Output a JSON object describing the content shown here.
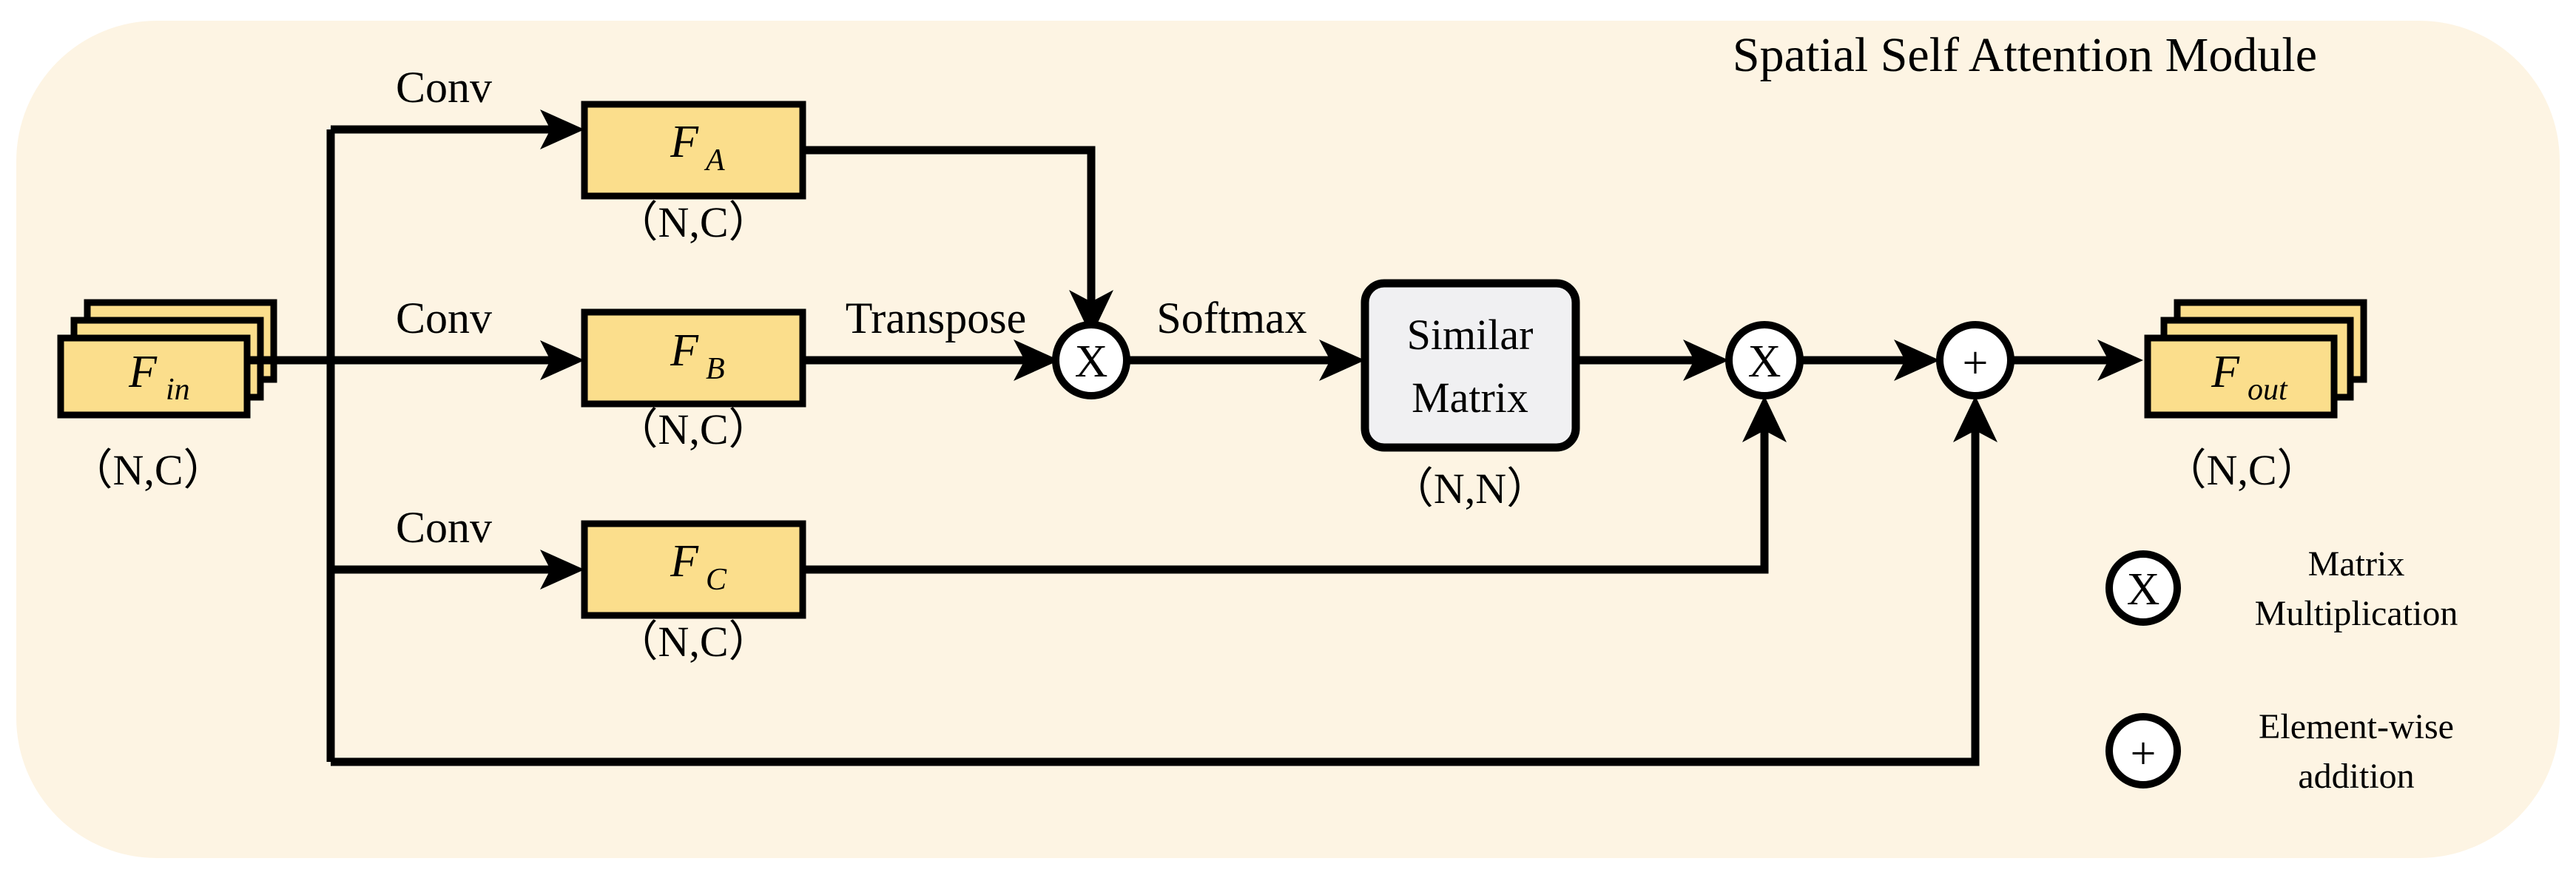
{
  "diagram": {
    "title": "Spatial Self Attention Module",
    "background_color": "#FDF4E3",
    "box_fill_color": "#FBDE8C",
    "matrix_fill_color": "#F0F0F2",
    "line_color": "#000000"
  },
  "nodes": {
    "input": {
      "label": "F",
      "sub": "in",
      "shape": "（N,C）"
    },
    "fa": {
      "label": "F",
      "sub": "A",
      "shape": "（N,C）"
    },
    "fb": {
      "label": "F",
      "sub": "B",
      "shape": "（N,C）"
    },
    "fc": {
      "label": "F",
      "sub": "C",
      "shape": "（N,C）"
    },
    "similar_matrix": {
      "line1": "Similar",
      "line2": "Matrix",
      "shape": "（N,N）"
    },
    "output": {
      "label": "F",
      "sub": "out",
      "shape": "（N,C）"
    }
  },
  "operations": {
    "mul1": "X",
    "mul2": "X",
    "add": "+"
  },
  "edge_labels": {
    "conv_a": "Conv",
    "conv_b": "Conv",
    "conv_c": "Conv",
    "transpose": "Transpose",
    "softmax": "Softmax"
  },
  "legend": [
    {
      "symbol": "X",
      "line1": "Matrix",
      "line2": "Multiplication"
    },
    {
      "symbol": "+",
      "line1": "Element-wise",
      "line2": "addition"
    }
  ]
}
